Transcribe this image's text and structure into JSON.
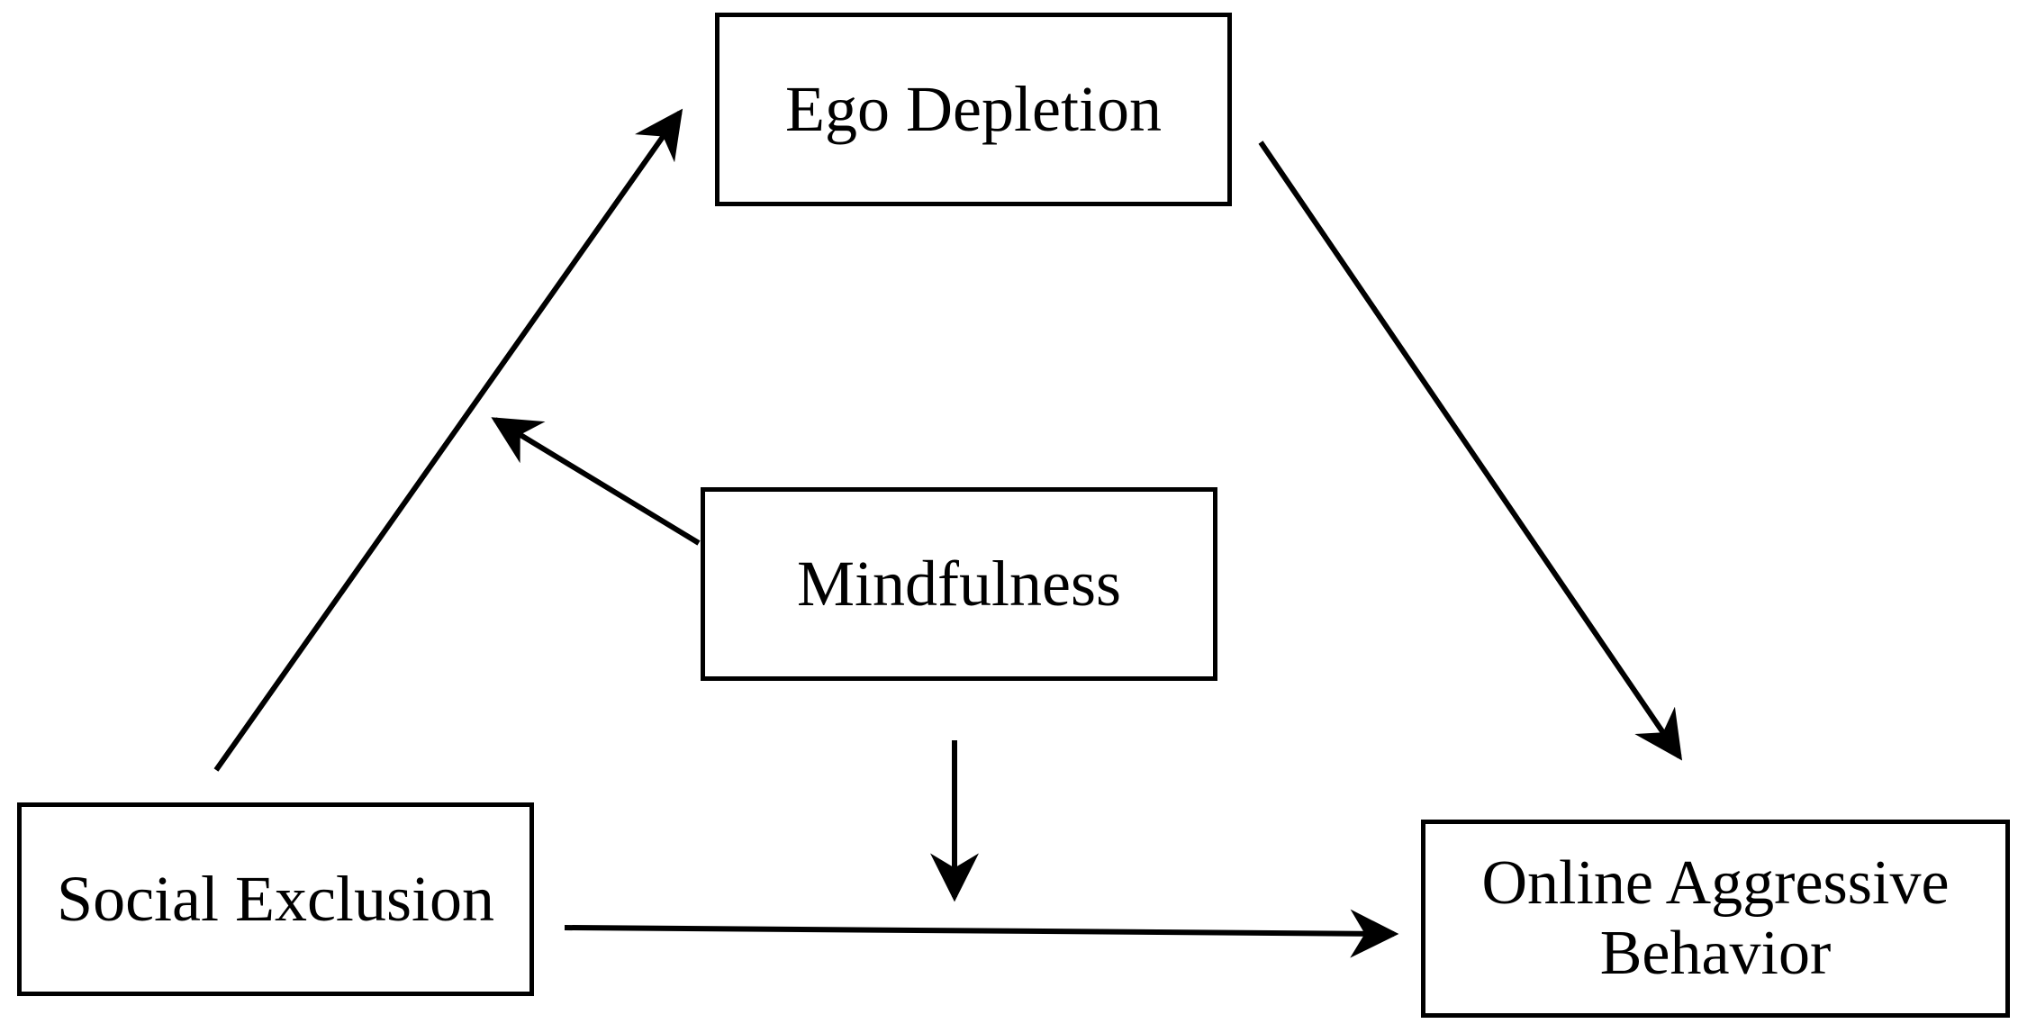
{
  "diagram": {
    "nodes": {
      "ego_depletion": "Ego Depletion",
      "mindfulness": "Mindfulness",
      "social_exclusion": "Social Exclusion",
      "online_aggressive_behavior": [
        "Online Aggressive",
        "Behavior"
      ]
    },
    "edges": [
      {
        "from": "Social Exclusion",
        "to": "Ego Depletion"
      },
      {
        "from": "Ego Depletion",
        "to": "Online Aggressive Behavior"
      },
      {
        "from": "Social Exclusion",
        "to": "Online Aggressive Behavior"
      },
      {
        "from": "Mindfulness",
        "to": "Social Exclusion → Ego Depletion path"
      },
      {
        "from": "Mindfulness",
        "to": "Social Exclusion → Online Aggressive Behavior path"
      }
    ],
    "colors": {
      "stroke": "#000000",
      "background": "#ffffff"
    }
  }
}
